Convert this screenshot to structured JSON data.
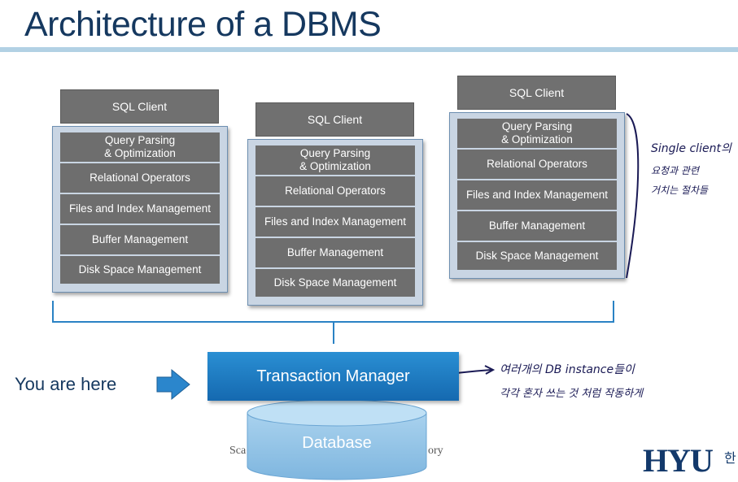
{
  "title": "Architecture of a DBMS",
  "client_label": "SQL Client",
  "layers": [
    "Query Parsing\n& Optimization",
    "Relational Operators",
    "Files and Index Management",
    "Buffer Management",
    "Disk Space Management"
  ],
  "transaction_manager": "Transaction Manager",
  "database": "Database",
  "you_are_here": "You are here",
  "faded_left": "Sca",
  "faded_right": "ory",
  "logo_text": "HYU",
  "logo_glyph": "한",
  "annotations": {
    "stack_note": [
      "Single client의",
      "요청과 관련",
      "거치는 절차들"
    ],
    "tm_note": [
      "여러개의 DB instance들이",
      "각각 혼자 쓰는 것 처럼 작동하게"
    ]
  }
}
